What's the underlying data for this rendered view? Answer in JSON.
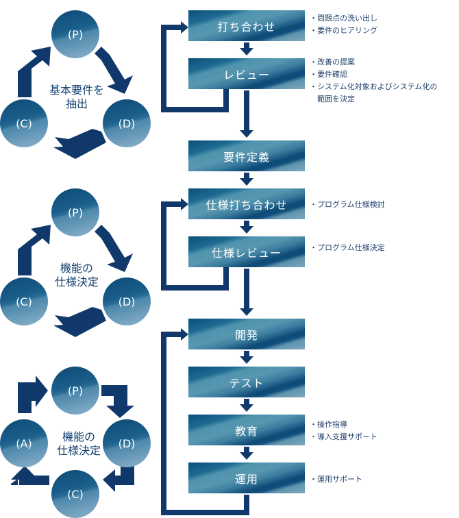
{
  "colors": {
    "arrow": "#10386a",
    "note_text": "#1d3f6b",
    "cycle_text": "#12406f",
    "box_dark": "#0d4a76",
    "box_light": "#7aa6bf"
  },
  "flow": {
    "steps": [
      {
        "label": "打ち合わせ",
        "notes": [
          "・問題点の洗い出し",
          "・要件のヒアリング"
        ]
      },
      {
        "label": "レビュー",
        "notes": [
          "・改善の提案",
          "・要件確認",
          "・システム化対象およびシステム化の",
          "　範囲を決定"
        ]
      },
      {
        "label": "要件定義",
        "notes": []
      },
      {
        "label": "仕様打ち合わせ",
        "notes": [
          "・プログラム仕様検討"
        ]
      },
      {
        "label": "仕様レビュー",
        "notes": [
          "・プログラム仕様決定"
        ]
      },
      {
        "label": "開発",
        "notes": []
      },
      {
        "label": "テスト",
        "notes": []
      },
      {
        "label": "教育",
        "notes": [
          "・操作指導",
          "・導入支援サポート"
        ]
      },
      {
        "label": "運用",
        "notes": [
          "・運用サポート"
        ]
      }
    ]
  },
  "cycles": [
    {
      "center_lines": [
        "基本要件を",
        "抽出"
      ],
      "nodes": [
        "(P)",
        "(D)",
        "(C)"
      ]
    },
    {
      "center_lines": [
        "機能の",
        "仕様決定"
      ],
      "nodes": [
        "(P)",
        "(D)",
        "(C)"
      ]
    },
    {
      "center_lines": [
        "機能の",
        "仕様決定"
      ],
      "nodes": [
        "(P)",
        "(D)",
        "(C)",
        "(A)"
      ]
    }
  ]
}
